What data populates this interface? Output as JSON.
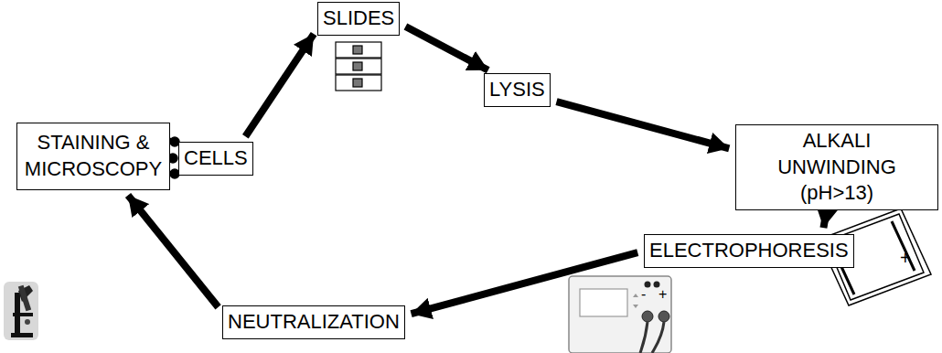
{
  "diagram": {
    "nodes": [
      {
        "text": [
          "CELLS"
        ]
      },
      {
        "text": [
          "SLIDES"
        ]
      },
      {
        "text": [
          "LYSIS"
        ]
      },
      {
        "text": [
          "ALKALI UNWINDING (pH>13)"
        ]
      },
      {
        "text": [
          "ELECTROPHORESIS"
        ]
      },
      {
        "text": [
          "NEUTRALIZATION"
        ]
      },
      {
        "text": [
          "STAINING & MICROSCOPY"
        ]
      }
    ],
    "edges": [
      {
        "from": 0,
        "to": 1,
        "arrow": "to"
      },
      {
        "from": 1,
        "to": 2,
        "arrow": "to"
      },
      {
        "from": 2,
        "to": 3,
        "arrow": "to"
      },
      {
        "from": 3,
        "to": 4,
        "arrow": "to"
      },
      {
        "from": 4,
        "to": 5,
        "arrow": "to"
      },
      {
        "from": 5,
        "to": 6,
        "arrow": "to"
      }
    ],
    "labels": [
      "+",
      "-",
      "+"
    ]
  }
}
